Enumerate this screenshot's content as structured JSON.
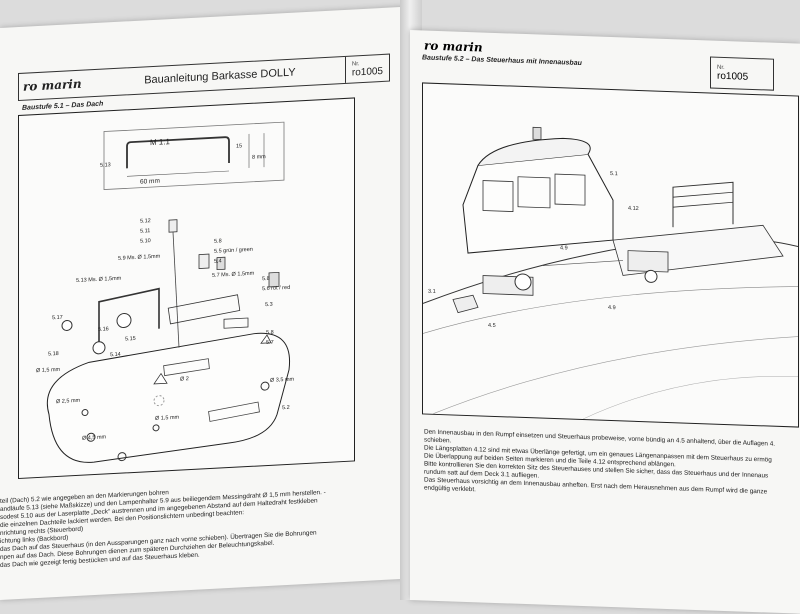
{
  "left_page": {
    "logo": "ro marin",
    "header_title": "Bauanleitung Barkasse DOLLY",
    "nr_label": "Nr.",
    "nr_value": "ro1005",
    "section_title": "Baustufe 5.1 – Das Dach",
    "scale_label": "M 1:1",
    "length_label": "60 mm",
    "part_5_13_top": "5.13",
    "height_label_1": "15",
    "height_label_2": "8 mm",
    "part_labels": {
      "p5_12": "5.12",
      "p5_11": "5.11",
      "p5_10": "5.10",
      "p5_9": "5.9 Ms. Ø 1,5mm",
      "p5_8a": "5.8",
      "p5_5": "5.5 grün / green",
      "p5_4": "5.4",
      "p5_7": "5.7 Ms. Ø 1,5mm",
      "p5_13": "5.13 Ms. Ø 1,5mm",
      "p5_8b": "5.8",
      "p5_6": "5.6 rot / red",
      "p5_17": "5.17",
      "p5_16": "5.16",
      "p5_15": "5.15",
      "p5_3": "5.3",
      "p5_18": "5.18",
      "p5_14": "5.14",
      "p5_8c": "5.8",
      "p5_7b": "5.7",
      "d1_5": "Ø 1,5 mm",
      "d2": "Ø 2",
      "d2_5": "Ø 2,5 mm",
      "d3_5": "Ø 3,5 mm",
      "d1_5b": "Ø 1,5 mm",
      "d4_5": "Ø 4,5 mm",
      "p5_2": "5.2"
    },
    "instructions": [
      "teil (Dach) 5.2 wie angegeben an den Markierungen bohren",
      "andläufe 5.13 (siehe Maßskizze) und den Lampenhalter 5.9 aus beiliegendem Messingdraht Ø 1,5 mm herstellen. -",
      "sodest 5.10 aus der Laserplatte „Deck“ austrennen und im angegebenen Abstand auf dem Haltedraht festkleben",
      "die einzelnen Dachteile lackiert werden. Bei den Positionslichtern unbedingt beachten:",
      "nrichtung rechts (Steuerbord)",
      "ichtung links (Backbord)",
      "das Dach auf das Steuerhaus (in den Aussparungen ganz nach vorne schieben). Übertragen Sie die Bohrungen",
      "npen auf das Dach. Diese Bohrungen dienen zum späteren Durchziehen der Beleuchtungskabel.",
      "das Dach wie gezeigt fertig bestücken und auf das Steuerhaus kleben."
    ]
  },
  "right_page": {
    "logo": "ro marin",
    "section_title": "Baustufe 5.2 – Das Steuerhaus mit Innenausbau",
    "nr_label": "Nr.",
    "nr_value": "ro1005",
    "part_labels": {
      "p5_1": "5.1",
      "p4_12": "4.12",
      "p4_9": "4.9",
      "p3_1": "3.1",
      "p4_5": "4.5",
      "p4_9b": "4.9"
    },
    "instructions": [
      "Den Innenausbau in den Rumpf einsetzen und Steuerhaus probeweise, vorne bündig an 4.5 anhaltend, über die Auflagen 4.",
      "schieben.",
      "Die Längsplatten 4.12 sind mit etwas Überlänge gefertigt, um ein genaues Längenanpassen mit dem Steuerhaus zu ermög",
      "Die Überlappung auf beiden Seiten markieren und die Teile 4.12 entsprechend ablängen.",
      "Bitte kontrollieren Sie den korrekten Sitz des Steuerhauses und stellen Sie sicher, dass das Steuerhaus und der Innenaus",
      "rundum satt auf dem Deck 3.1 aufliegen.",
      "Das Steuerhaus vorsichtig an dem Innenausbau anheften. Erst nach dem Herausnehmen aus dem Rumpf wird die ganze",
      "endgültig verklebt."
    ]
  }
}
